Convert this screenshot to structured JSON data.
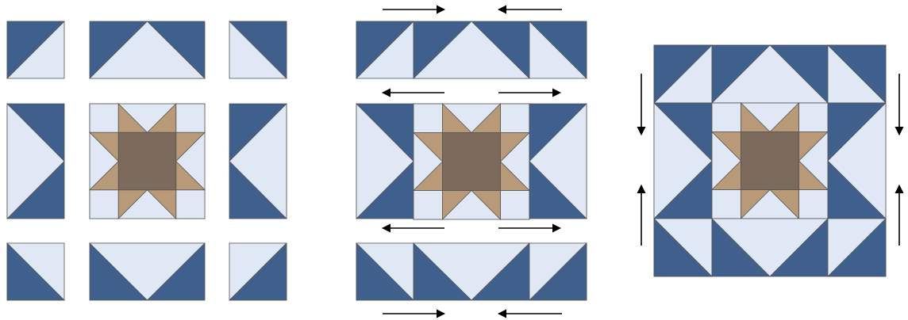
{
  "colors": {
    "navy": "#3f5f8d",
    "light_blue": "#dfe8f4",
    "tan": "#b99a78",
    "brown": "#7c6b5c",
    "outline": "#555555",
    "arrow": "#000000",
    "background": "#ffffff"
  },
  "diagram": {
    "panels": [
      {
        "name": "loose-units-layout",
        "pieces": 9
      },
      {
        "name": "sewn-rows-with-press-arrows",
        "rows": 3
      },
      {
        "name": "finished-sawtooth-star-block"
      }
    ],
    "arrows": [
      {
        "name": "row-1-seam-arrow-right",
        "direction": "right"
      },
      {
        "name": "row-1-seam-arrow-left",
        "direction": "left"
      },
      {
        "name": "row-2-top-seam-arrow-left",
        "direction": "left"
      },
      {
        "name": "row-2-top-seam-arrow-right",
        "direction": "right"
      },
      {
        "name": "row-2-bottom-seam-arrow-left",
        "direction": "left"
      },
      {
        "name": "row-2-bottom-seam-arrow-right",
        "direction": "right"
      },
      {
        "name": "row-3-seam-arrow-right",
        "direction": "right"
      },
      {
        "name": "row-3-seam-arrow-left",
        "direction": "left"
      },
      {
        "name": "block-left-top-arrow-down",
        "direction": "down"
      },
      {
        "name": "block-right-top-arrow-down",
        "direction": "down"
      },
      {
        "name": "block-left-bottom-arrow-up",
        "direction": "up"
      },
      {
        "name": "block-right-bottom-arrow-up",
        "direction": "up"
      }
    ]
  }
}
